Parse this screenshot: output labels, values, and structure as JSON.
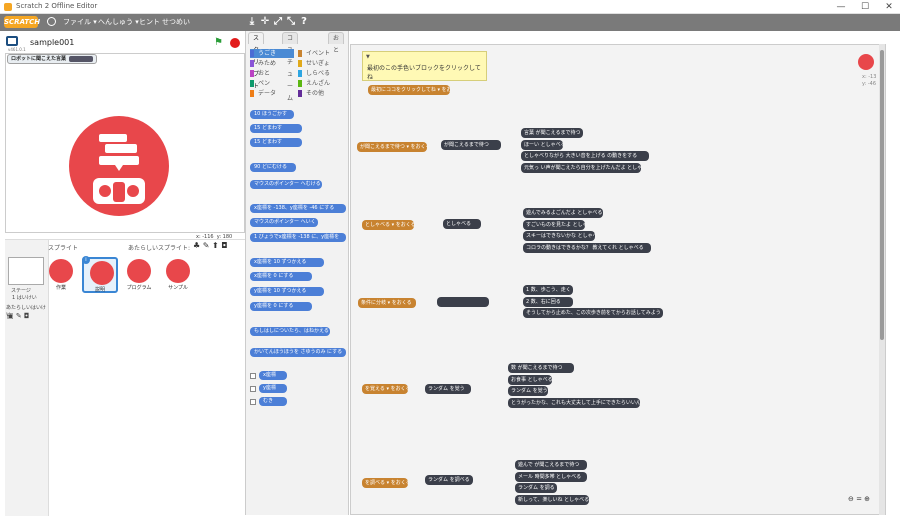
{
  "window": {
    "title": "Scratch 2 Offline Editor",
    "controls": [
      "—",
      "☐",
      "✕"
    ]
  },
  "menubar": {
    "logo": "SCRATCH",
    "items": [
      "ファイル ▾",
      "へんしゅう ▾",
      "ヒント",
      "せつめい"
    ],
    "tools": [
      "⤓",
      "✛",
      "⤢",
      "⤡",
      "?"
    ]
  },
  "stage_panel": {
    "project_name": "sample001",
    "version": "v461.0.1",
    "var_monitor": "ロボットに聞こえた言葉",
    "coords_x": "x: -116",
    "coords_y": "y: 180"
  },
  "sprite_area": {
    "header": "スプライト",
    "new_sprite_label": "あたらしいスプライト:",
    "stage_label": "ステージ",
    "stage_sub": "1 はいけい",
    "new_backdrop_label": "あたらしいはいけい:",
    "sprites": [
      "作業",
      "説明",
      "プログラム",
      "サンプル"
    ],
    "selected_index": 1
  },
  "tabs": [
    "スクリプト",
    "コスチューム",
    "おと"
  ],
  "categories": [
    {
      "name": "うごき",
      "color": "#4a6cd4"
    },
    {
      "name": "イベント",
      "color": "#c88330"
    },
    {
      "name": "みため",
      "color": "#8a55d7"
    },
    {
      "name": "せいぎょ",
      "color": "#e1a91a"
    },
    {
      "name": "おと",
      "color": "#bb42c3"
    },
    {
      "name": "しらべる",
      "color": "#2ca5e2"
    },
    {
      "name": "ペン",
      "color": "#0e9a6c"
    },
    {
      "name": "えんざん",
      "color": "#5cb712"
    },
    {
      "name": "データ",
      "color": "#ee7d16"
    },
    {
      "name": "その他",
      "color": "#632d99"
    }
  ],
  "palette_blocks": [
    "10 ほうごかす",
    "15 どまわす",
    "15 どまわす",
    "90 どにむける",
    "マウスのポインター へむける",
    "x座標を -138、y座標を -46 にする",
    "マウスのポインター へいく",
    "1 びょうでx座標を -138 に、y座標を",
    "x座標を 10 ずつかえる",
    "x座標を 0 にする",
    "y座標を 10 ずつかえる",
    "y座標を 0 にする",
    "もしはしについたら、はねかえる",
    "かいてんほうほうを さゆうのみ にする"
  ],
  "palette_checks": [
    "x座標",
    "y座標",
    "むき"
  ],
  "script": {
    "comment": "最初のこの手色いブロックをクリックしてね",
    "hats": [
      "最初にココをクリックしてね ▾ をおくる",
      "が聞こえるまで待つ ▾ をおくる",
      "としゃべる ▾ をおくる",
      "条件に分岐 ▾ をおくる",
      "を覚える ▾ をおくる",
      "を調べる ▾ をおくる"
    ],
    "middle": [
      "が聞こえるまで待つ",
      "としゃべる",
      "",
      "ランダム を覚う",
      "ランダム を調べる"
    ],
    "groups": [
      [
        "言葉 が聞こえるまで待つ",
        "ほーい としゃべる",
        "としゃべりながら 大きい音を上げる の動きをする",
        "元気っ い声が聞こえたら自分を上げたんだよ としゃべる"
      ],
      [
        "遊んでみるよごんだよ としゃべる",
        "すごいものを見たよ としゃべる",
        "スキーはできないかな としゃべる",
        "コロラの動きはできるかな？ 教えてくれ としゃべる"
      ],
      [
        "1 数、歩こう、走く",
        "2 数、右に回る",
        "そうしてから止めた、この次歩き前をてからお話してみよう としゃべる"
      ],
      [
        "数 が聞こえるまで待つ",
        "お食事 としゃべる",
        "ランダム を覚う",
        "とうがったかな、これも大丈夫して上手にできたらいいんだよ としゃべる"
      ],
      [
        "遊んで が聞こえるまで待つ",
        "メール 時間多帯 としゃべる",
        "ランダム を調る",
        "新しって、楽しいね としゃべる"
      ]
    ]
  },
  "corner_readout": {
    "x": "x: -13",
    "y": "y: -46"
  },
  "zoom_controls": "⊖ = ⊕"
}
